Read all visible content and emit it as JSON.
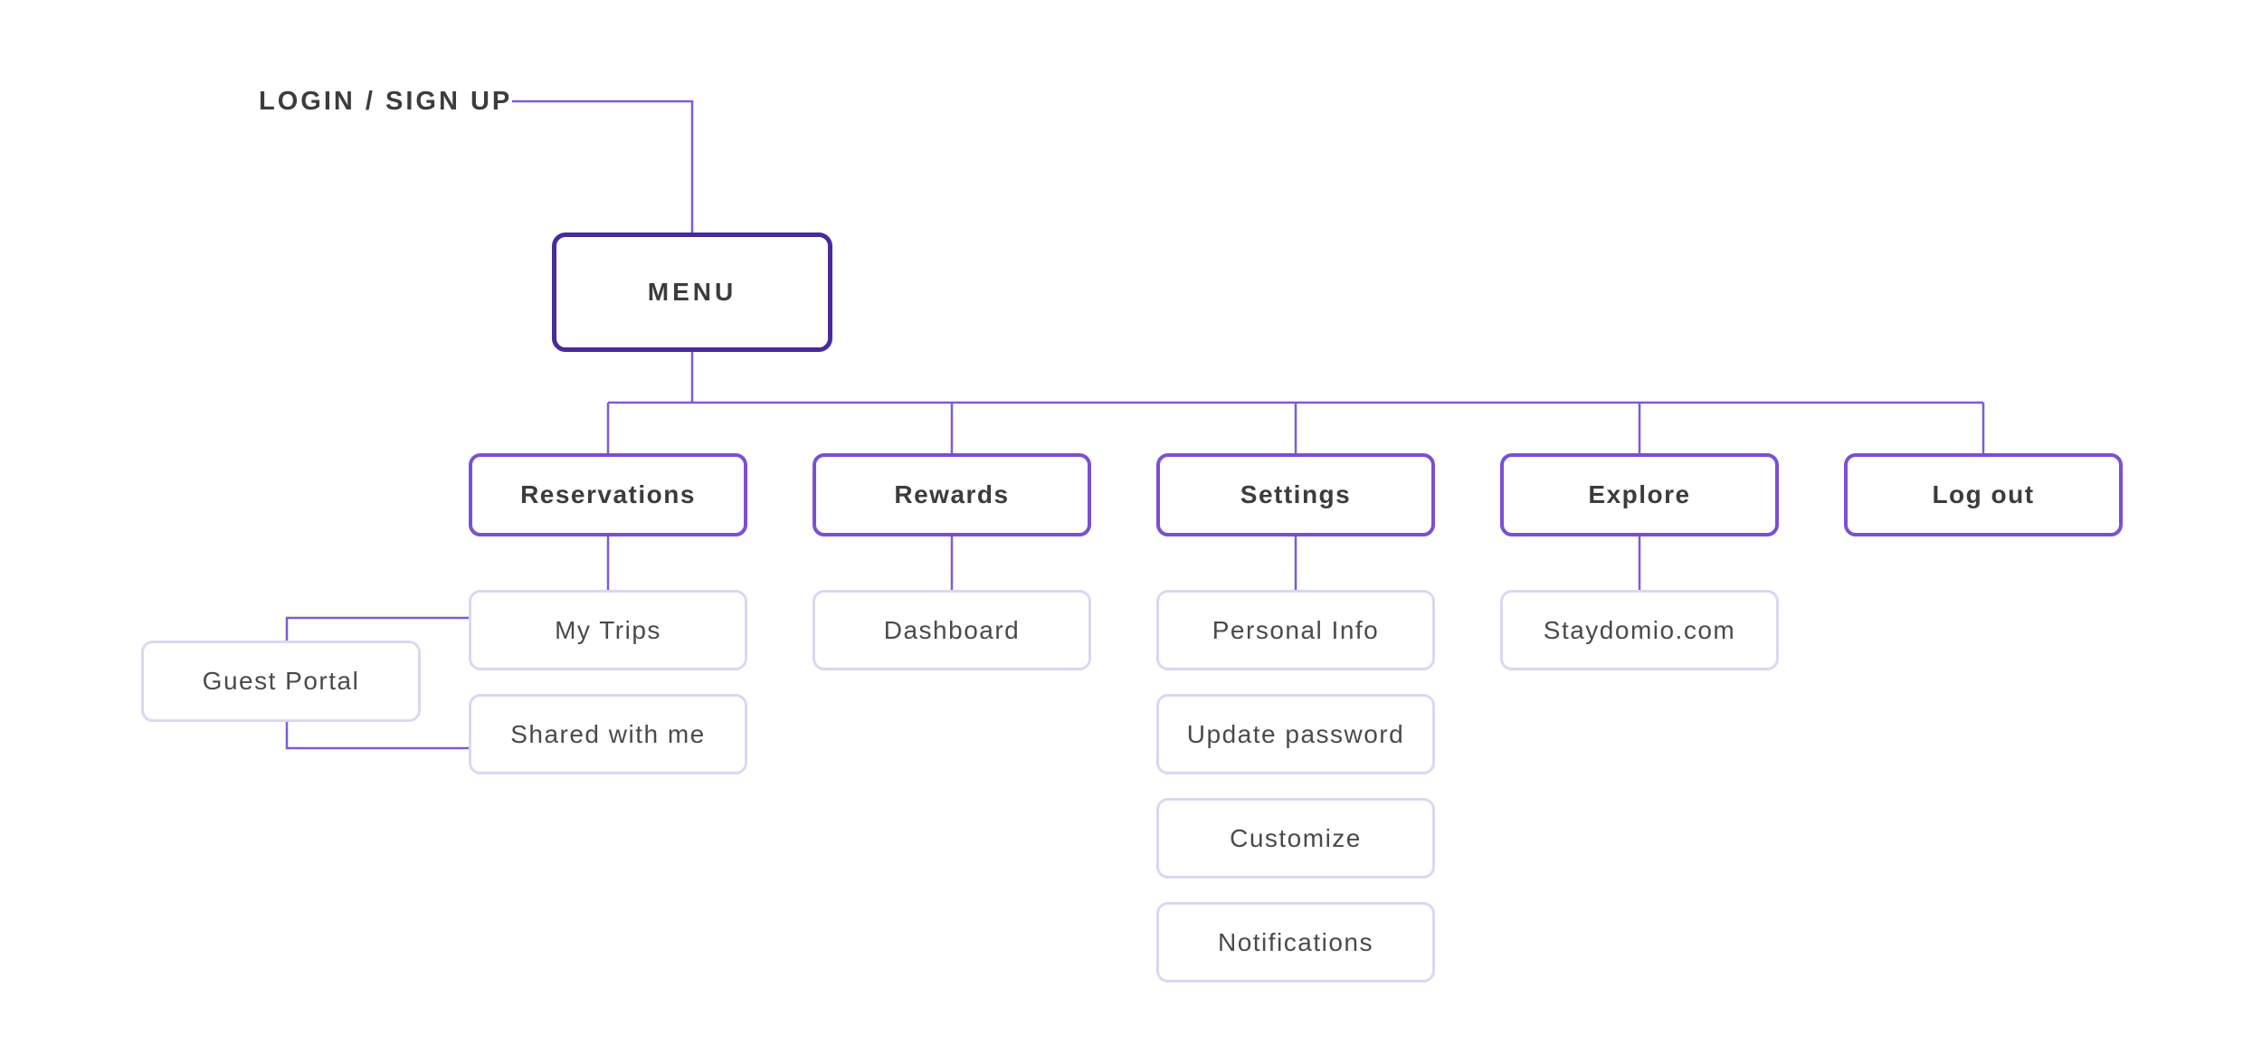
{
  "diagram": {
    "entry_label": "LOGIN / SIGN UP",
    "root": {
      "label": "MENU"
    },
    "branches": [
      {
        "label": "Reservations",
        "children": [
          {
            "label": "My Trips"
          },
          {
            "label": "Shared with me"
          }
        ]
      },
      {
        "label": "Rewards",
        "children": [
          {
            "label": "Dashboard"
          }
        ]
      },
      {
        "label": "Settings",
        "children": [
          {
            "label": "Personal Info"
          },
          {
            "label": "Update password"
          },
          {
            "label": "Customize"
          },
          {
            "label": "Notifications"
          }
        ]
      },
      {
        "label": "Explore",
        "children": [
          {
            "label": "Staydomio.com"
          }
        ]
      },
      {
        "label": "Log out",
        "children": []
      }
    ],
    "linked_page": {
      "label": "Guest Portal"
    }
  },
  "colors": {
    "bg_color": "#ffffff",
    "root_border": "#472a9e",
    "branch_border": "#7a4fd4",
    "leaf_border": "#ddd6f0",
    "connector_color": "#7d5bd6",
    "text_dark": "#3c3c3c",
    "text_leaf": "#4a4a4a"
  }
}
